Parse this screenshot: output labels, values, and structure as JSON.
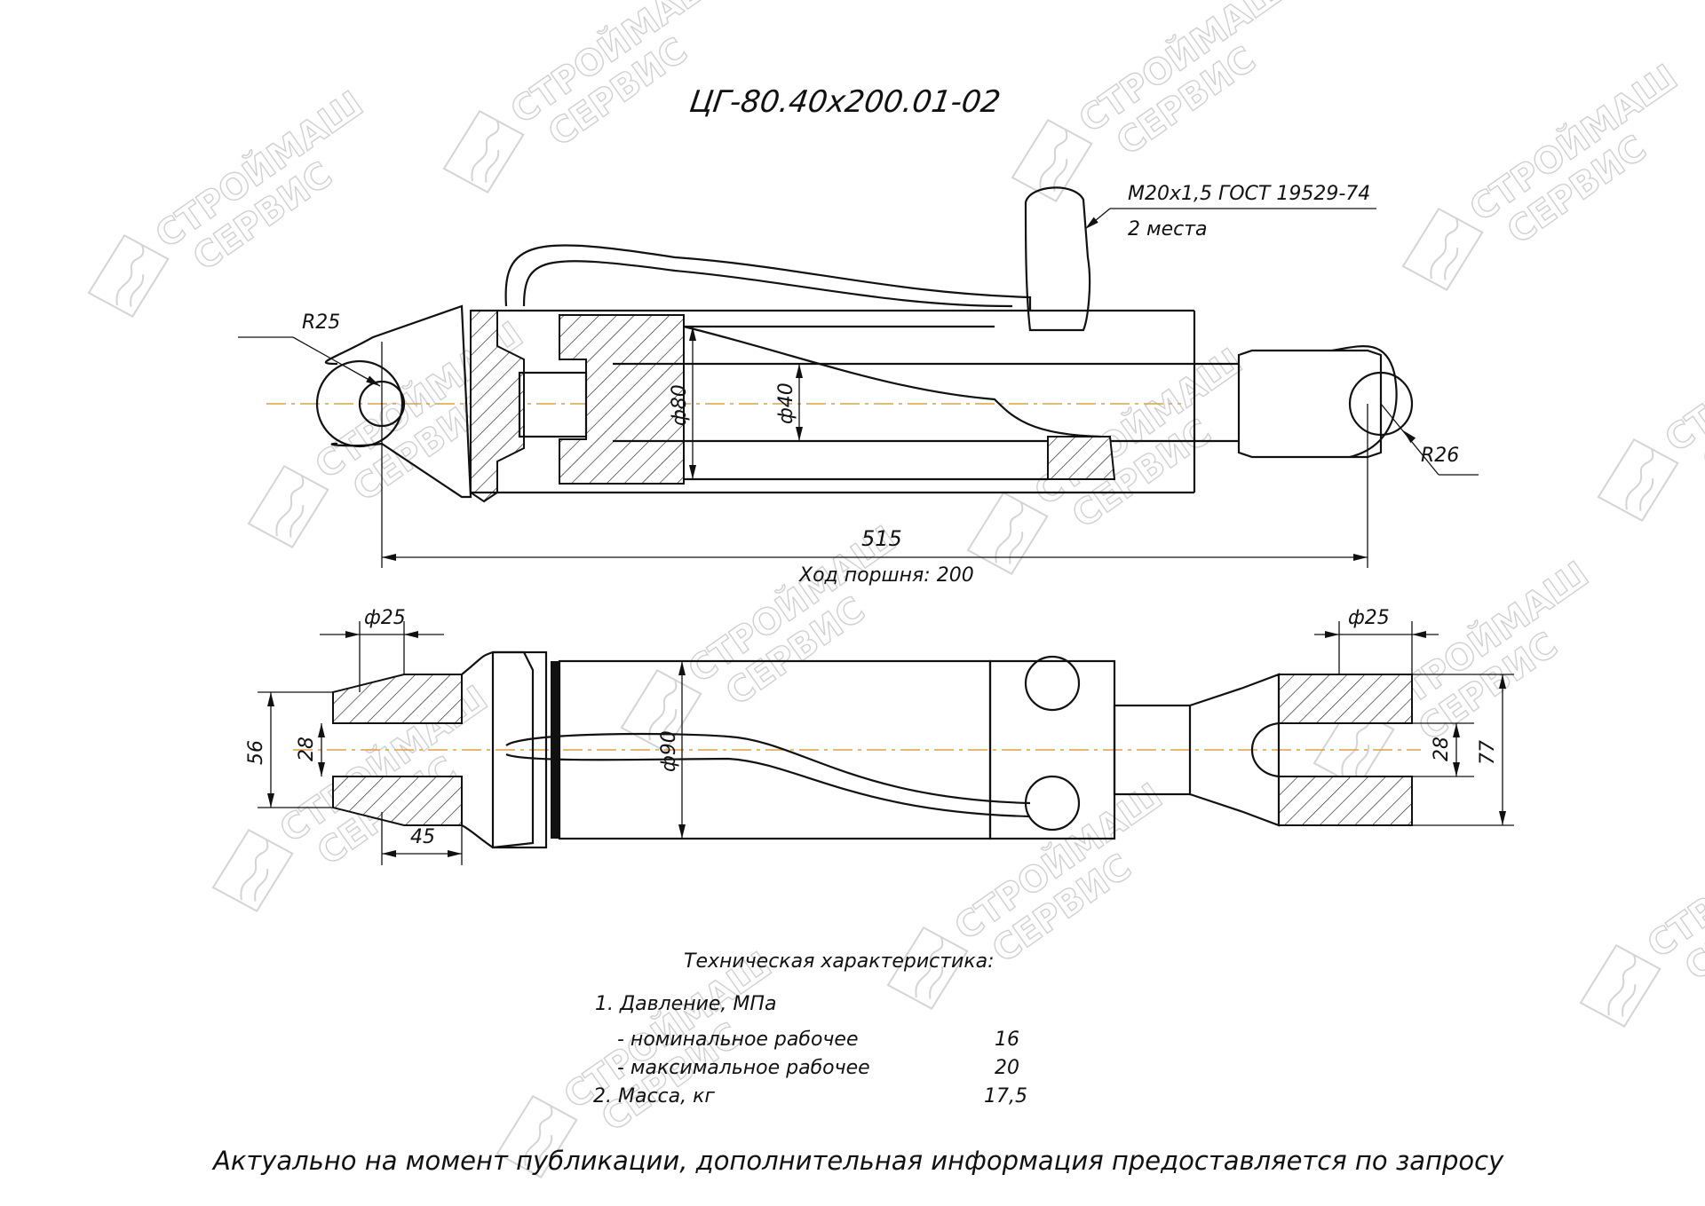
{
  "title": "ЦГ-80.40х200.01-02",
  "watermark": {
    "line1": "СТРОЙМАШ",
    "line2": "СЕРВИС"
  },
  "callouts": {
    "thread": "М20х1,5 ГОСТ 19529-74",
    "places": "2 места",
    "r_left": "R25",
    "r_right": "R26",
    "bore": "ф80",
    "rod": "ф40",
    "length": "515",
    "stroke": "Ход поршня: 200",
    "pin_left": "ф25",
    "pin_right": "ф25",
    "width_left_outer": "56",
    "width_left_inner": "28",
    "eye_left_len": "45",
    "body_dia": "ф90",
    "width_right_inner": "28",
    "width_right_outer": "77"
  },
  "specs": {
    "heading": "Техническая характеристика:",
    "item1": "1. Давление, МПа",
    "nominal_label": "- номинальное рабочее",
    "nominal_value": "16",
    "max_label": "- максимальное рабочее",
    "max_value": "20",
    "mass_label": "2. Масса, кг",
    "mass_value": "17,5"
  },
  "footer": "Актуально на момент публикации, дополнительная информация предоставляется по запросу",
  "colors": {
    "line": "#111111",
    "axis": "#e0a040",
    "watermark": "#d4d4d4",
    "background": "#ffffff"
  }
}
